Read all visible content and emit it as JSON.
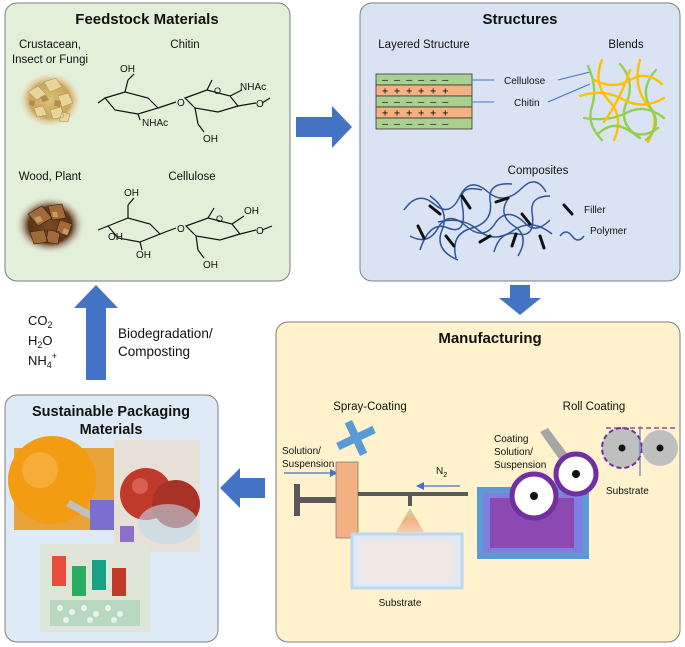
{
  "panels": {
    "feedstock": {
      "title": "Feedstock Materials",
      "source1_line1": "Crustacean,",
      "source1_line2": "Insect or Fungi",
      "polymer1": "Chitin",
      "source2": "Wood, Plant",
      "polymer2": "Cellulose",
      "chitin_labels": [
        "OH",
        "NHAc",
        "NHAc",
        "O",
        "O",
        "O",
        "OH"
      ],
      "cellulose_labels": [
        "OH",
        "OH",
        "OH",
        "O",
        "O",
        "O",
        "OH",
        "OH"
      ]
    },
    "structures": {
      "title": "Structures",
      "layered": "Layered Structure",
      "blends": "Blends",
      "cellulose_label": "Cellulose",
      "chitin_label": "Chitin",
      "composites": "Composites",
      "filler": "Filler",
      "polymer": "Polymer"
    },
    "manufacturing": {
      "title": "Manufacturing",
      "spray": "Spray-Coating",
      "roll": "Roll Coating",
      "solution_line1": "Solution/",
      "solution_line2": "Suspension",
      "n2": "N",
      "n2_sub": "2",
      "coating_line1": "Coating",
      "coating_line2": "Solution/",
      "coating_line3": "Suspension",
      "substrate_roll": "Substrate",
      "substrate_spray": "Substrate"
    },
    "packaging": {
      "title_line1": "Sustainable Packaging",
      "title_line2": "Materials"
    }
  },
  "cycle": {
    "co2": "CO",
    "co2_sub": "2",
    "h2o_a": "H",
    "h2o_sub": "2",
    "h2o_b": "O",
    "nh4": "NH",
    "nh4_sub": "4",
    "nh4_sup": "+",
    "label_line1": "Biodegradation/",
    "label_line2": "Composting"
  },
  "colors": {
    "feedstock_fill": "#e2efd9",
    "structures_fill": "#dae3f3",
    "manufacturing_fill": "#fff2cc",
    "packaging_fill": "#deebf7",
    "arrow": "#4472c4",
    "cellulose_layer": "#a9d08e",
    "chitin_layer": "#f4b183"
  }
}
